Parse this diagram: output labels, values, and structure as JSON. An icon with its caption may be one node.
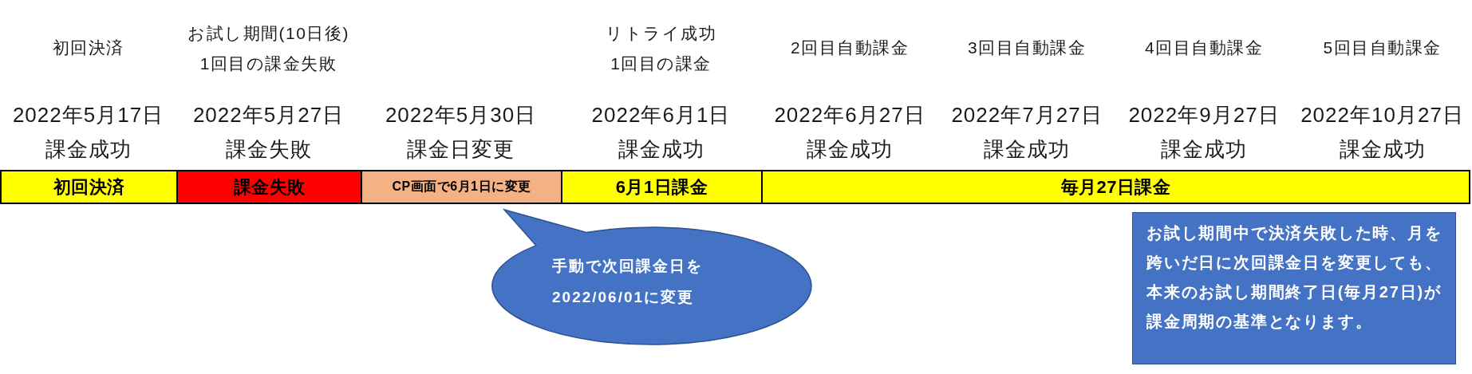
{
  "diagram": {
    "nodes": [
      {
        "text": [
          "初回決済"
        ]
      },
      {
        "text": [
          "課金失敗"
        ]
      },
      {
        "text": [
          "CP画面で6月1日に変更"
        ]
      },
      {
        "text": [
          "6月1日課金"
        ]
      },
      {
        "text": [
          "毎月27日課金"
        ]
      },
      {
        "text": [
          "手動で次回課金日を2022/06/01に変更"
        ]
      },
      {
        "text": [
          "お試し期間中で決済失敗した時、月を跨いだ日に次回課金日を変更しても、本来のお試し期間終了日(毎月27日)が課金周期の基準となります。"
        ]
      }
    ],
    "labels": [
      "初回決済",
      "お試し期間(10日後)",
      "1回目の課金失敗",
      "リトライ成功",
      "1回目の課金",
      "2回目自動課金",
      "3回目自動課金",
      "4回目自動課金",
      "5回目自動課金",
      "2022年5月17日",
      "2022年5月27日",
      "2022年5月30日",
      "2022年6月1日",
      "2022年6月27日",
      "2022年7月27日",
      "2022年9月27日",
      "2022年10月27日",
      "課金成功",
      "課金失敗",
      "課金日変更",
      "課金成功",
      "課金成功",
      "課金成功",
      "課金成功",
      "課金成功"
    ]
  }
}
